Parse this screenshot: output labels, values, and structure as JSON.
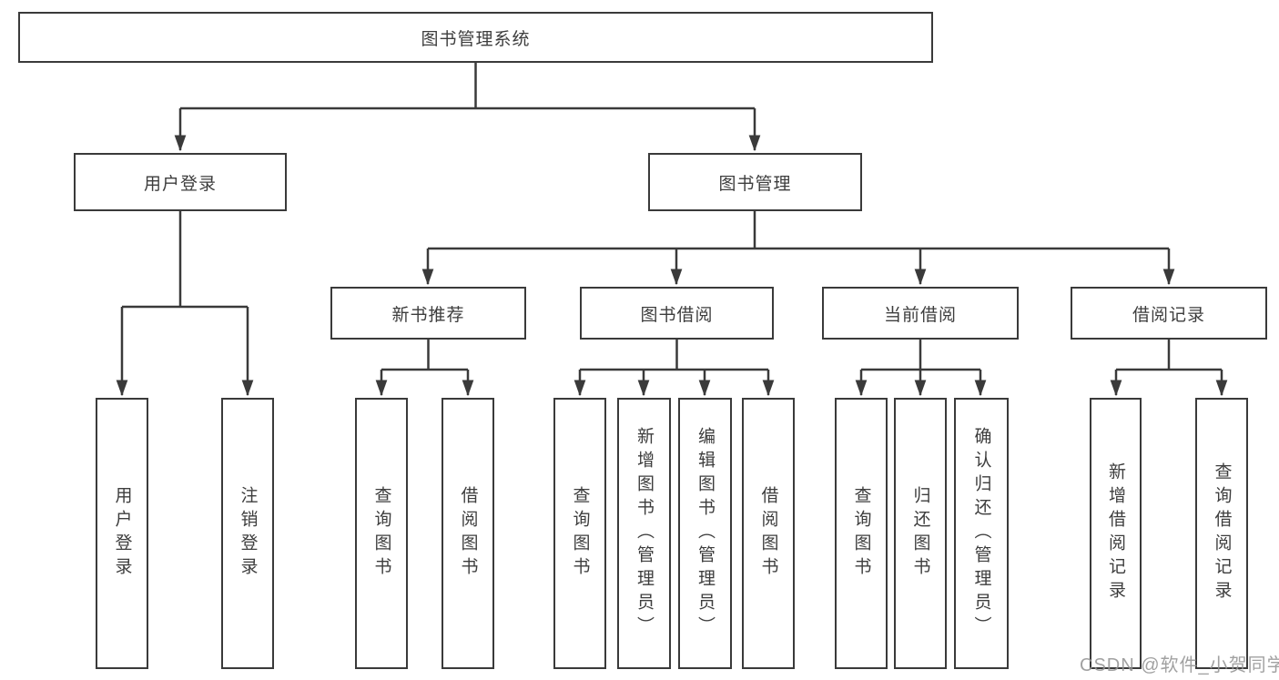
{
  "diagram": {
    "root": {
      "label": "图书管理系统"
    },
    "user_login": {
      "label": "用户登录",
      "children": [
        "用户登录",
        "注销登录"
      ]
    },
    "book_management": {
      "label": "图书管理",
      "sections": [
        {
          "label": "新书推荐",
          "children": [
            "查询图书",
            "借阅图书"
          ]
        },
        {
          "label": "图书借阅",
          "children": [
            "查询图书",
            "新增图书（管理员）",
            "编辑图书（管理员）",
            "借阅图书"
          ]
        },
        {
          "label": "当前借阅",
          "children": [
            "查询图书",
            "归还图书",
            "确认归还（管理员）"
          ]
        },
        {
          "label": "借阅记录",
          "children": [
            "新增借阅记录",
            "查询借阅记录"
          ]
        }
      ]
    },
    "colors": {
      "line": "#3a3a3a",
      "background": "#ffffff",
      "watermark": "#949494"
    },
    "watermark": "CSDN @软件_小贺同学"
  }
}
